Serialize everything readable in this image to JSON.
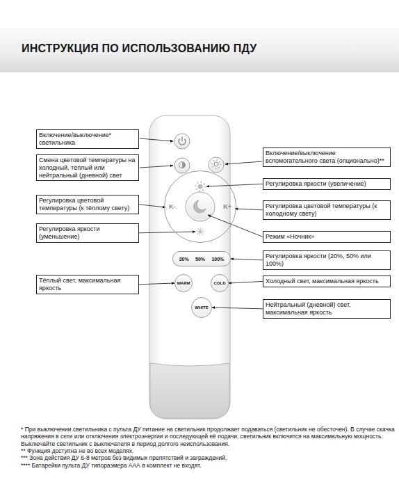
{
  "diagram": {
    "title": "ИНСТРУКЦИЯ ПО ИСПОЛЬЗОВАНИЮ ПДУ",
    "nodes": [
      {
        "text": [
          "Включение/выключение* светильника"
        ]
      },
      {
        "text": [
          "Смена цветовой температуры на холодный, тёплый или нейтральный (дневной) свет"
        ]
      },
      {
        "text": [
          "Регулировка цветовой температуры (к тёплому свету)"
        ]
      },
      {
        "text": [
          "Регулировка яркости (уменьшение)"
        ]
      },
      {
        "text": [
          "Тёплый свет, максимальная яркость"
        ]
      },
      {
        "text": [
          "Включение/выключение вспомогательного света (опционально)**"
        ]
      },
      {
        "text": [
          "Регулировка яркости (увеличение)"
        ]
      },
      {
        "text": [
          "Регулировка цветовой температуры (к холодному свету)"
        ]
      },
      {
        "text": [
          "Режим «Ночник»"
        ]
      },
      {
        "text": [
          "Регулировка яркости (20%, 50% или 100%)"
        ]
      },
      {
        "text": [
          "Холодный свет, максимальная яркость"
        ]
      },
      {
        "text": [
          "Нейтральный (дневной) свет, максимальная яркость"
        ]
      },
      {
        "text": [
          "K-",
          "K+"
        ]
      },
      {
        "text": [
          "20%",
          "50%",
          "100%"
        ]
      },
      {
        "text": [
          "WARM"
        ]
      },
      {
        "text": [
          "COLD"
        ]
      },
      {
        "text": [
          "WHITE"
        ]
      }
    ],
    "edges": [
      {
        "from": 2,
        "to": 12,
        "arrow": "to"
      },
      {
        "from": 3,
        "to": 12,
        "arrow": "to"
      },
      {
        "from": 6,
        "to": 12,
        "arrow": "to"
      },
      {
        "from": 7,
        "to": 12,
        "arrow": "to"
      },
      {
        "from": 8,
        "to": 12,
        "arrow": "to"
      },
      {
        "from": 9,
        "to": 13,
        "arrow": "to"
      },
      {
        "from": 4,
        "to": 14,
        "arrow": "to"
      },
      {
        "from": 10,
        "to": 15,
        "arrow": "to"
      },
      {
        "from": 11,
        "to": 16,
        "arrow": "to"
      }
    ],
    "labels": [
      "* При выключении светильника с пульта ДУ питание на светильник продолжает подаваться (светильник не обесточен). В случае скачка напряжения в сети или отключения электроэнергии и последующей её подачи, светильник включится на максимальную мощность.",
      "Выключайте светильник с выключателя в период долгого неиспользования.",
      "** Функция доступна не во всех моделях.",
      "*** Зона действия ДУ 6-8 метров без видимых препятствий и заграждений.",
      "**** Батарейки пульта ДУ типоразмера ААА в комплект не входят."
    ]
  }
}
